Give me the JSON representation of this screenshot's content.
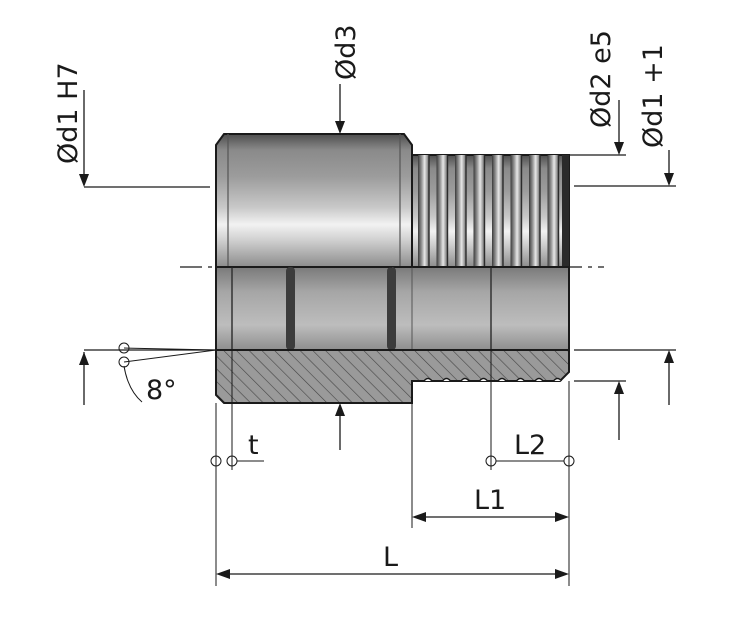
{
  "labels": {
    "d1_h7": "Ød1  H7",
    "d3": "Ød3",
    "d2_e5": "Ød2  e5",
    "d1_plus1": "Ød1 +1",
    "angle": "8°",
    "t": "t",
    "l2": "L2",
    "l1": "L1",
    "l": "L"
  },
  "colors": {
    "ink": "#1a1a1a",
    "metal_light": "#e2e2e2",
    "metal_mid": "#a9a9a9",
    "metal_dark": "#5a5a5a",
    "section_fill": "#9a9a9a"
  }
}
